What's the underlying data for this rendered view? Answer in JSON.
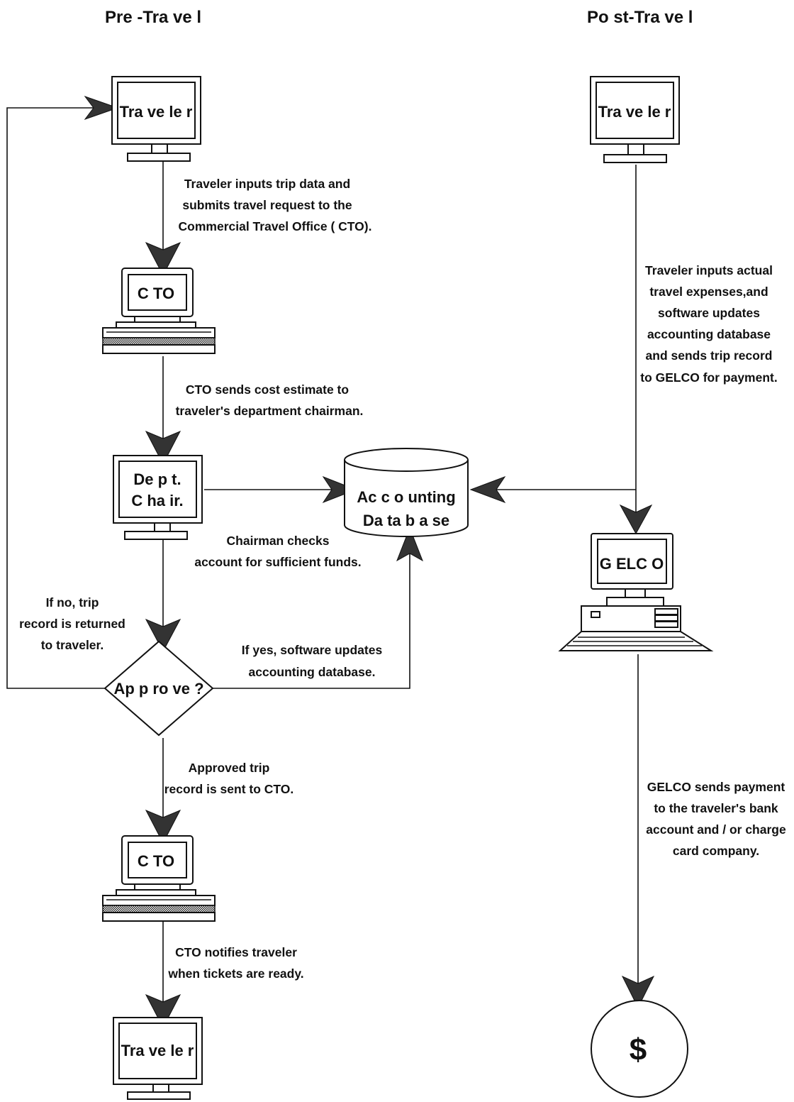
{
  "headers": {
    "pre": "Pre -Tra ve l",
    "post": "Po st-Tra ve l"
  },
  "nodes": {
    "traveler_top": "Tra ve le r",
    "cto_1": "C TO",
    "dept_chair": [
      "De p t.",
      "C ha ir."
    ],
    "database": [
      "Ac c o unting",
      "Da ta b a se"
    ],
    "approve": "Ap p ro ve ?",
    "cto_2": "C TO",
    "traveler_bottom": "Tra ve le r",
    "traveler_post": "Tra ve le r",
    "gelco": "G ELC O",
    "payment": "$"
  },
  "captions": {
    "c1": [
      "Traveler inputs trip data and",
      "submits travel request to the",
      "Commercial  Travel  Office ( CTO)."
    ],
    "c2": [
      "CTO sends cost estimate to",
      "traveler's department chairman."
    ],
    "c3": [
      "Chairman checks",
      "account for sufficient funds."
    ],
    "c4": [
      "If no, trip",
      "record is returned",
      "to traveler."
    ],
    "c5": [
      "If yes, software updates",
      "accounting database."
    ],
    "c6": [
      "Approved trip",
      "record is sent to CTO."
    ],
    "c7": [
      "CTO notifies traveler",
      "when tickets are ready."
    ],
    "c8": [
      "Traveler inputs actual",
      "travel expenses,and",
      "software updates",
      "accounting database",
      "and sends trip record",
      "to GELCO for payment."
    ],
    "c9": [
      "GELCO sends payment",
      "to the traveler's bank",
      "account and / or charge",
      "card company."
    ]
  },
  "colors": {
    "ink": "#111111",
    "arrow_fill": "#333333",
    "background": "#ffffff"
  }
}
